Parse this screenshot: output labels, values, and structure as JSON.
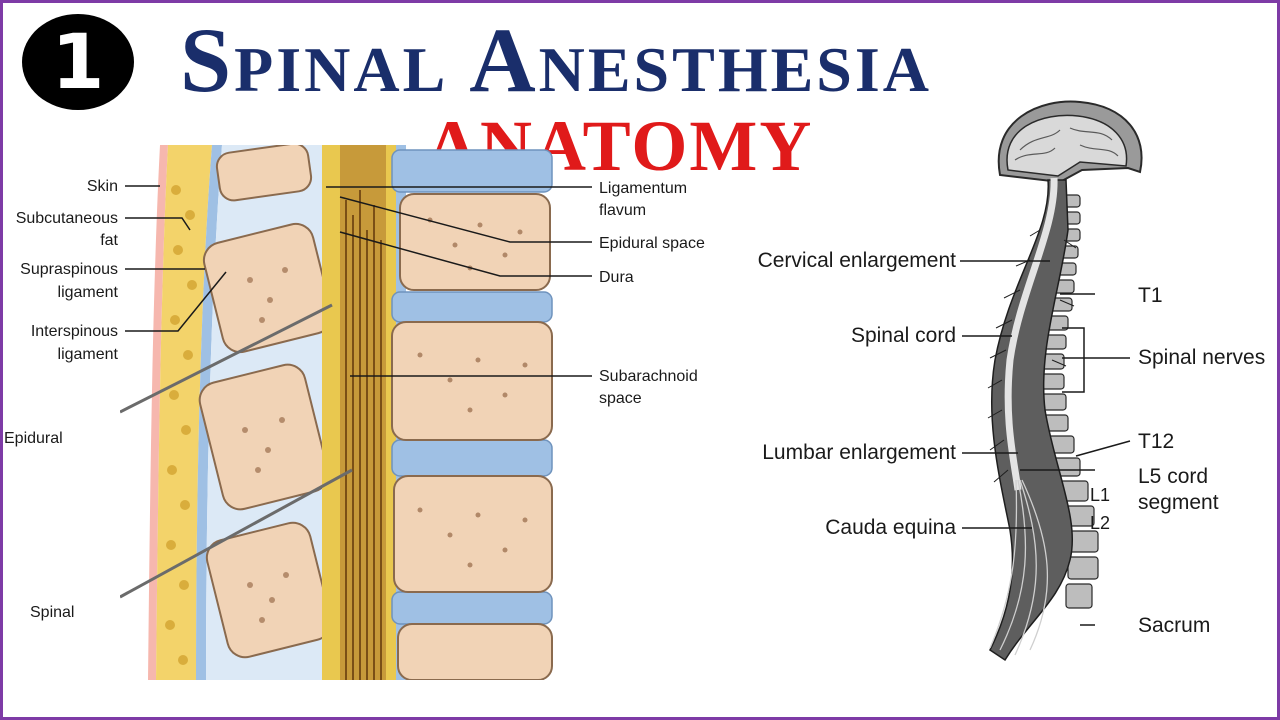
{
  "header": {
    "step_number": "1",
    "title": "Spinal Anesthesia",
    "subtitle": "ANATOMY"
  },
  "left_diagram": {
    "labels": {
      "skin": "Skin",
      "subcutaneous": "Subcutaneous",
      "fat": "fat",
      "supraspinous": "Supraspinous",
      "ligament_1": "ligament",
      "interspinous": "Interspinous",
      "ligament_2": "ligament",
      "epidural_needle": "Epidural",
      "spinal_needle": "Spinal",
      "ligamentum": "Ligamentum",
      "flavum": "flavum",
      "epidural_space": "Epidural space",
      "dura": "Dura",
      "subarachnoid": "Subarachnoid",
      "space": "space"
    }
  },
  "right_diagram": {
    "labels": {
      "cervical_enlargement": "Cervical enlargement",
      "t1": "T1",
      "spinal_cord": "Spinal cord",
      "spinal_nerves": "Spinal nerves",
      "lumbar_enlargement": "Lumbar enlargement",
      "t12": "T12",
      "l5_cord": "L5 cord",
      "segment": "segment",
      "l1": "L1",
      "l2": "L2",
      "cauda_equina": "Cauda equina",
      "sacrum": "Sacrum"
    }
  },
  "colors": {
    "title": "#1a2e6b",
    "subtitle": "#e01a1a",
    "frame": "#7e3ba6",
    "fat": "#f3d36a",
    "bone": "#f1d3b6",
    "disc": "#9fc0e4",
    "ligament": "#dce9f6"
  }
}
